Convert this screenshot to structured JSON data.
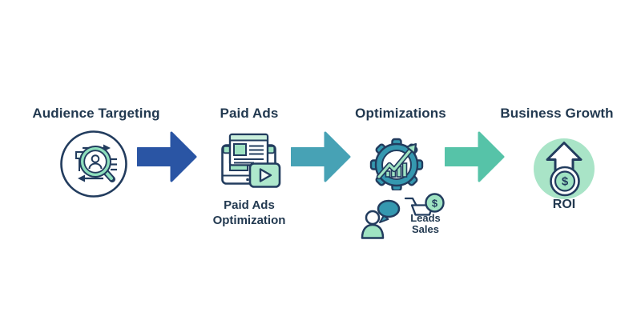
{
  "diagram": {
    "stages": [
      {
        "title": "Audience Targeting"
      },
      {
        "title": "Paid Ads",
        "caption": "Paid Ads Optimization"
      },
      {
        "title": "Optimizations",
        "labels": {
          "leads": "Leads",
          "sales": "Sales"
        }
      },
      {
        "title": "Business Growth",
        "caption": "ROI"
      }
    ],
    "glyphs": {
      "dollar": "$"
    },
    "colors": {
      "arrow_blue": "#2A55A4",
      "arrow_teal": "#47A2B5",
      "arrow_mint": "#56C3A8",
      "text_navy": "#223950",
      "outline_navy": "#223C5E",
      "teal_fill": "#3598B0",
      "mint_fill": "#9FE3C2",
      "mint_light": "#A9E4C7"
    }
  }
}
